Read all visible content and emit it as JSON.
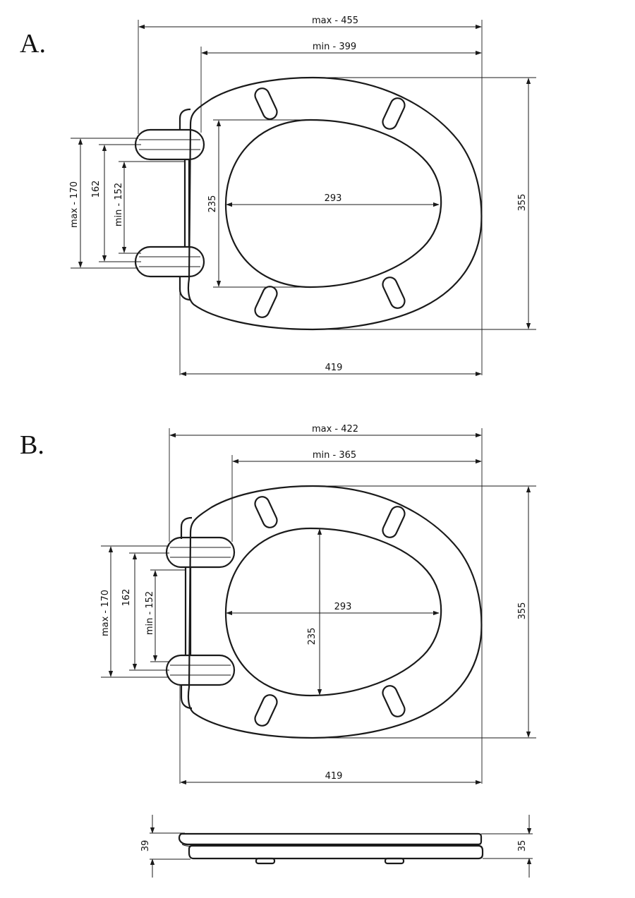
{
  "panels": [
    {
      "letter": "A.",
      "width_max": "max - 455",
      "width_min": "min - 399",
      "hinge_max": "max - 170",
      "hinge_mid": "162",
      "hinge_min": "min - 152",
      "opening_height": "235",
      "opening_width": "293",
      "seat_length": "355",
      "seat_width": "419"
    },
    {
      "letter": "B.",
      "width_max": "max - 422",
      "width_min": "min - 365",
      "hinge_max": "max - 170",
      "hinge_mid": "162",
      "hinge_min": "min - 152",
      "opening_height": "235",
      "opening_width": "293",
      "seat_length": "355",
      "seat_width": "419"
    }
  ],
  "side_view": {
    "height_left": "39",
    "height_right": "35"
  },
  "colors": {
    "line": "#1a1a1a",
    "background": "#ffffff"
  }
}
